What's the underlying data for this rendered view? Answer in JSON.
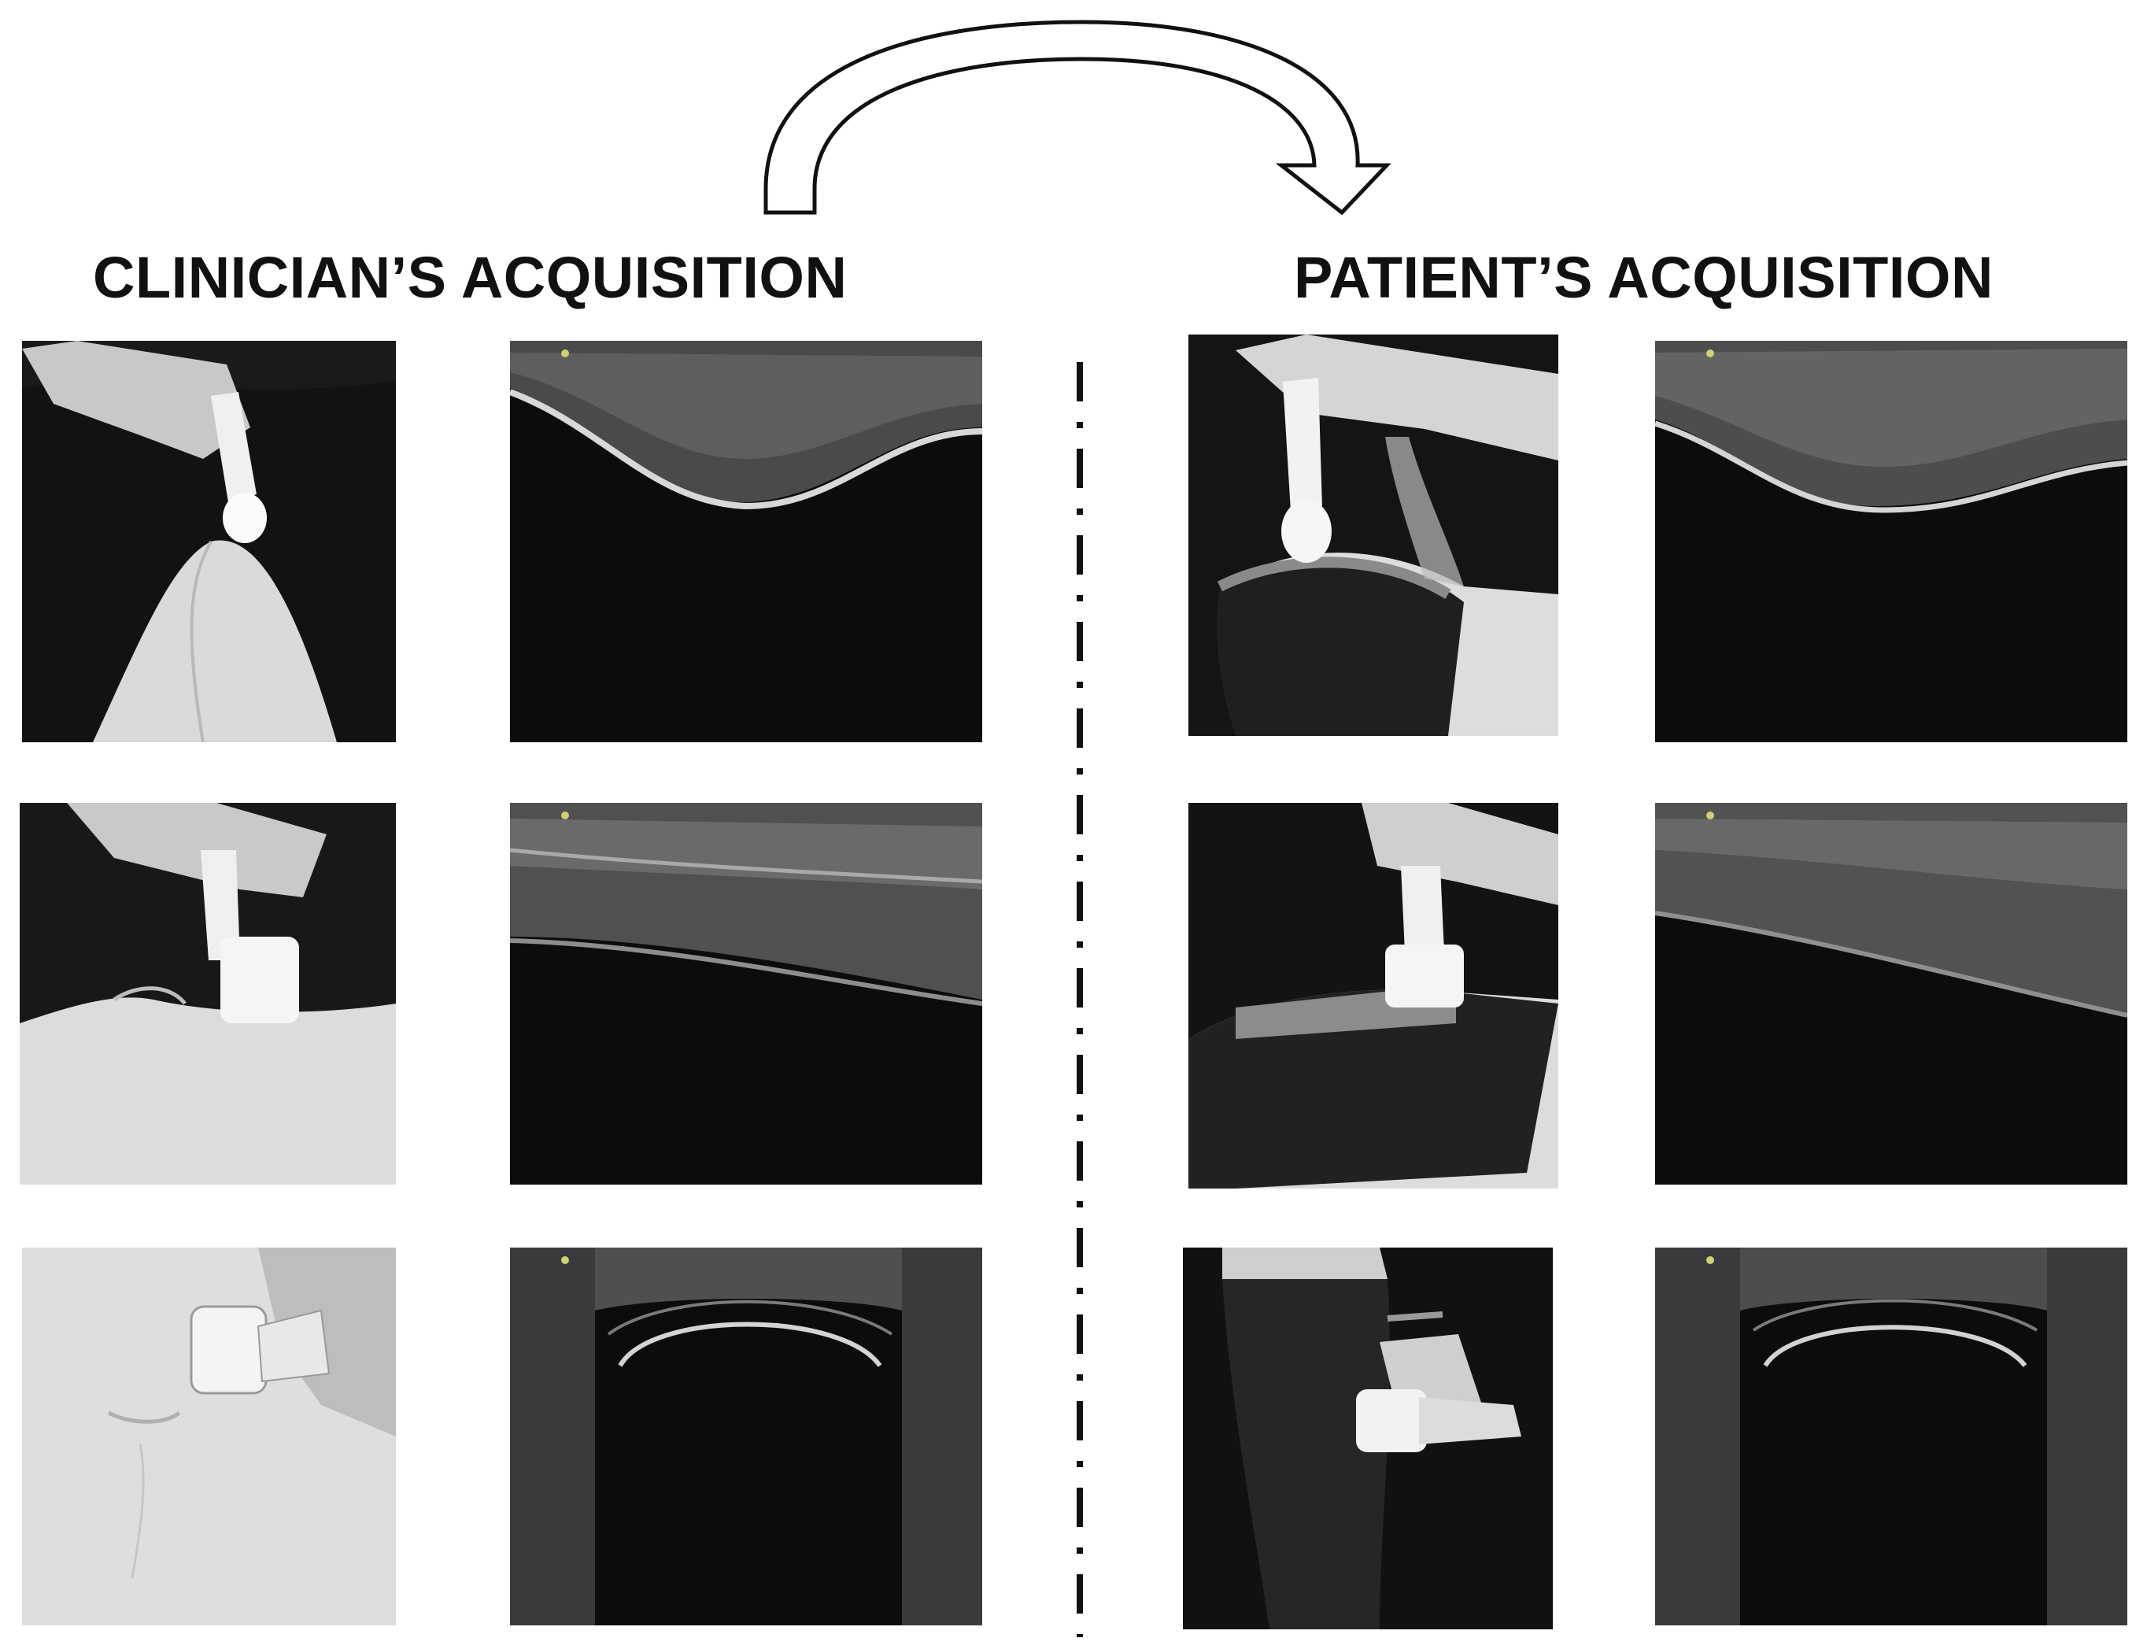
{
  "headings": {
    "clinician": "CLINICIAN’S ACQUISITION",
    "patient": "PATIENT’S ACQUISITION"
  },
  "colors": {
    "background": "#ffffff",
    "text": "#111111",
    "photo_background": "#151515",
    "skin": "#d9d9d9",
    "probe": "#eeeeee",
    "shorts": "#1e1e1e",
    "ultrasound_background": "#0c0c0c",
    "ultrasound_side_bars": "#3a3a3d",
    "ultrasound_echo": "#cfcfcf"
  },
  "icons": {
    "flow_arrow": "curved-arrow-right-icon",
    "divider": "dash-dot-line"
  }
}
